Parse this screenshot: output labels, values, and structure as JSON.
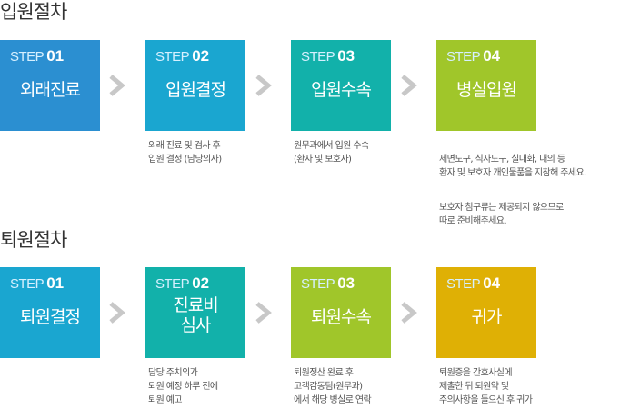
{
  "admission": {
    "title": "입원절차",
    "steps": [
      {
        "step": "STEP",
        "num": "01",
        "name": "외래진료",
        "color": "#2b8fd1",
        "desc": "",
        "note": ""
      },
      {
        "step": "STEP",
        "num": "02",
        "name": "입원결정",
        "color": "#1aa6d0",
        "desc": "외래 진료 및 검사 후\n입원 결정 (담당의사)",
        "note": ""
      },
      {
        "step": "STEP",
        "num": "03",
        "name": "입원수속",
        "color": "#12b1aa",
        "desc": "원무과에서 입원 수속\n(환자 및 보호자)",
        "note": ""
      },
      {
        "step": "STEP",
        "num": "04",
        "name": "병실입원",
        "color": "#a0c62a",
        "desc": "세면도구, 식사도구, 실내화, 내의 등\n환자 및 보호자 개인물품을 지참해 주세요.",
        "note": "보호자 침구류는 제공되지 않으므로\n따로 준비해주세요."
      }
    ]
  },
  "discharge": {
    "title": "퇴원절차",
    "steps": [
      {
        "step": "STEP",
        "num": "01",
        "name": "퇴원결정",
        "color": "#1aa6d0",
        "desc": "",
        "note": ""
      },
      {
        "step": "STEP",
        "num": "02",
        "name": "진료비\n심사",
        "color": "#12b1aa",
        "desc": "담당 주치의가\n퇴원 예정 하루 전에\n퇴원 예고",
        "note": ""
      },
      {
        "step": "STEP",
        "num": "03",
        "name": "퇴원수속",
        "color": "#a0c62a",
        "desc": "퇴원정산 완료 후\n고객감동팀(원무과)\n에서 해당 병실로 연락",
        "note": ""
      },
      {
        "step": "STEP",
        "num": "04",
        "name": "귀가",
        "color": "#dfb005",
        "desc": "퇴원증을 간호사실에\n제출한 뒤 퇴원약 및\n주의사항을 들으신 후 귀가",
        "note": ""
      }
    ]
  },
  "colors": {
    "step_word": "#d6f0ff",
    "arrow": "#c8c8c8",
    "title_text": "#333333"
  },
  "icons": {
    "arrow": "chevron-right-icon"
  }
}
